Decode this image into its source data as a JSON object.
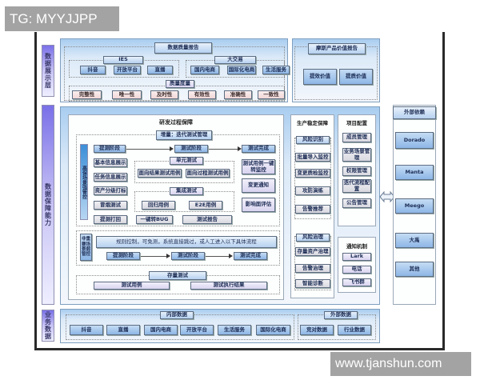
{
  "watermarks": {
    "top": "TG: MYYJJPP",
    "bottom": "www.tjanshun.com"
  },
  "layers": {
    "display": "数据展示层",
    "assurance": "数据保障能力",
    "business": "业务数据"
  },
  "display_layer": {
    "quality_report": {
      "title": "数据质量报告",
      "ies": {
        "title": "IES",
        "items": [
          "抖音",
          "开放平台",
          "直播"
        ]
      },
      "big_trade": {
        "title": "大交易",
        "items": [
          "国内电商",
          "国际化电商",
          "生活服务"
        ]
      },
      "quality_metrics": {
        "title": "质量度量",
        "items": [
          "完整性",
          "唯一性",
          "及时性",
          "有效性",
          "准确性",
          "一致性"
        ]
      }
    },
    "product_value": {
      "title": "摩斯产品价值报告",
      "items": [
        "提效价值",
        "提质价值"
      ]
    }
  },
  "assurance_layer": {
    "dev_process": {
      "title": "研发过程保障",
      "incremental_title": "增量：迭代测试管理",
      "strong_control_label": "高保场景强管控",
      "weak_control_label": "非重要场景弱管控",
      "stages": [
        "提测阶段",
        "测试阶段",
        "测试完成"
      ],
      "left_items": [
        "基本信息展示",
        "任务信息展示",
        "资产分级打标",
        "冒烟测试",
        "提测打回"
      ],
      "unit_test": {
        "title": "单元测试",
        "items": [
          "面向结果测试用例",
          "面向过程测试用例"
        ]
      },
      "integration_test": {
        "title": "集成测试",
        "items": [
          "回归用例",
          "E2E用例"
        ]
      },
      "bottom_items": [
        "一键转BUG",
        "测试报告"
      ],
      "right_items": [
        "测试用例一键转监控",
        "变更通知",
        "影响面评估"
      ],
      "rule_text": "规则控制，可免测，系统直接跳过，或人工进入以下具体流程",
      "weak_stages": [
        "提测阶段",
        "测试阶段",
        "测试完成"
      ],
      "stock_test": {
        "title": "存量测试",
        "items": [
          "测试用例",
          "测试执行结果"
        ]
      }
    },
    "production": {
      "title": "生产稳定保障",
      "risk_identify": {
        "title": "风险识别",
        "items": [
          "批量导入监控",
          "变更质检监控",
          "攻防演练",
          "告警推荐"
        ]
      },
      "risk_govern": {
        "title": "风险治理",
        "items": [
          "存量资产治理",
          "告警治理",
          "智能诊断"
        ]
      }
    },
    "project_config": {
      "title": "项目配置",
      "items": [
        "成员管理",
        "业务场景管理",
        "权限管理",
        "迭代流程配置",
        "公告管理"
      ]
    },
    "notification": {
      "title": "通知机制",
      "items": [
        "Lark",
        "电话",
        "飞书群"
      ]
    }
  },
  "external_deps": {
    "title": "外部依赖",
    "items": [
      "Dorado",
      "Manta",
      "Meego",
      "大禹",
      "其他"
    ]
  },
  "business_layer": {
    "internal": {
      "title": "内部数据",
      "items": [
        "抖音",
        "直播",
        "国内电商",
        "开放平台",
        "生活服务",
        "国际化电商"
      ]
    },
    "external": {
      "title": "外部数据",
      "items": [
        "竞对数据",
        "行业数据"
      ]
    }
  }
}
